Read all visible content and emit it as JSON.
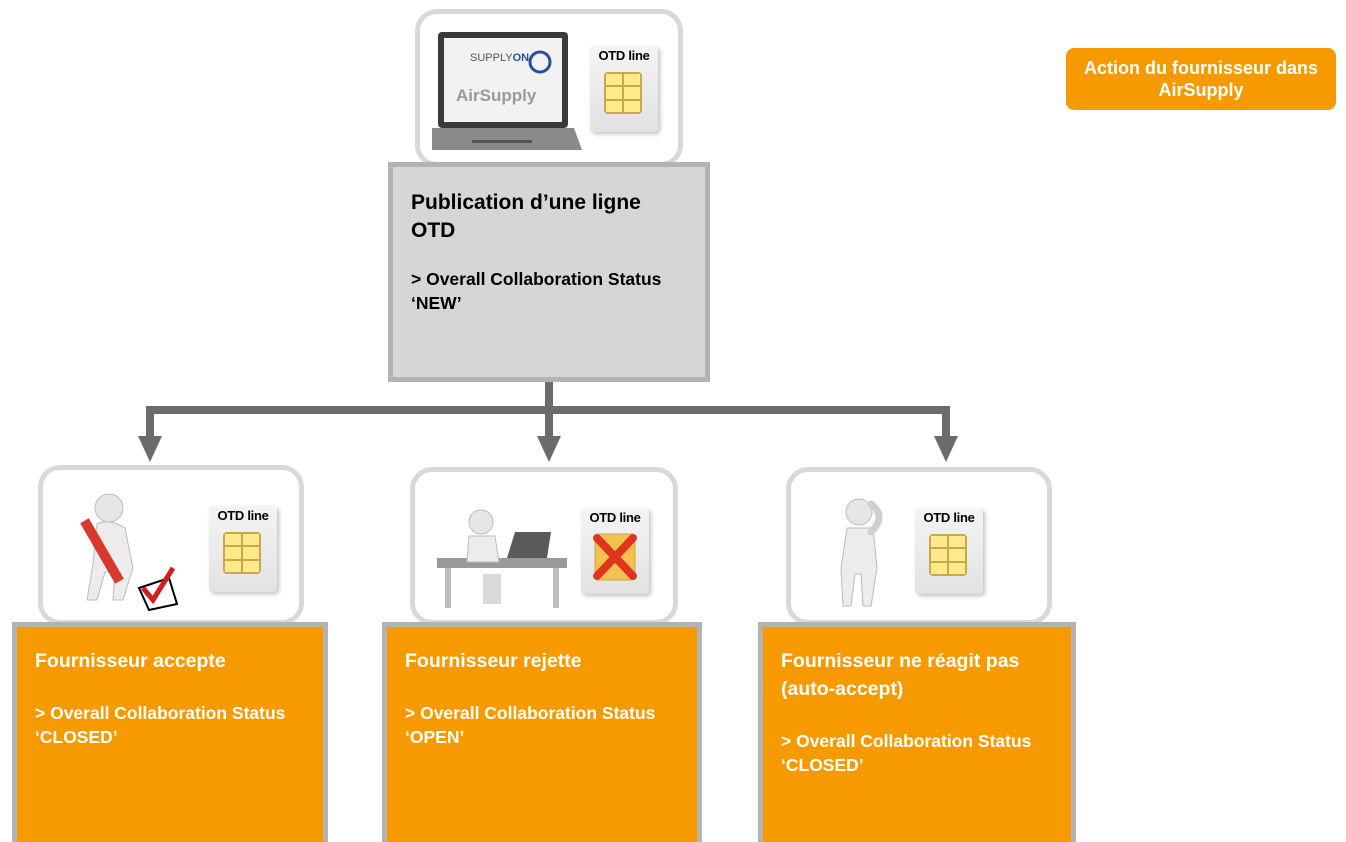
{
  "legend": {
    "text": "Action du fournisseur dans AirSupply"
  },
  "top": {
    "laptop": {
      "brand": "SUPPLY",
      "brand_on": "ON",
      "app": "AirSupply"
    },
    "doc_label": "OTD line",
    "title": "Publication d’une ligne OTD",
    "subtitle": "> Overall Collaboration Status ‘NEW’"
  },
  "branches": [
    {
      "doc_label": "OTD line",
      "title": "Fournisseur accepte",
      "subtitle": "> Overall Collaboration Status ‘CLOSED’"
    },
    {
      "doc_label": "OTD line",
      "title": "Fournisseur rejette",
      "subtitle": "> Overall Collaboration Status ‘OPEN’"
    },
    {
      "doc_label": "OTD line",
      "title": "Fournisseur ne réagit pas (auto-accept)",
      "subtitle": "> Overall Collaboration Status ‘CLOSED’"
    }
  ],
  "colors": {
    "accent": "#f79a00",
    "grey_box": "#d6d6d6",
    "connector": "#6b6b6b",
    "frame": "#d9d9d9"
  },
  "icons": [
    "laptop-icon",
    "otd-document-icon",
    "figure-with-pencil-checkmark-icon",
    "figure-at-desk-icon",
    "reject-cross-icon",
    "figure-thinking-icon"
  ]
}
